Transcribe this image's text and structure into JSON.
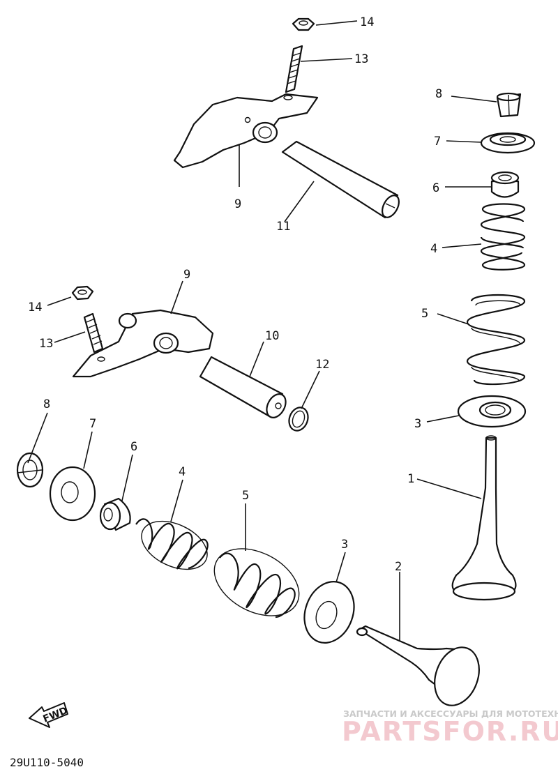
{
  "callouts": {
    "top_14": "14",
    "top_13": "13",
    "top_9": "9",
    "top_11": "11",
    "mid_9": "9",
    "mid_14": "14",
    "mid_13": "13",
    "mid_10": "10",
    "mid_12": "12",
    "right_8": "8",
    "right_7": "7",
    "right_6": "6",
    "right_4": "4",
    "right_5": "5",
    "right_3": "3",
    "right_1": "1",
    "low_8": "8",
    "low_7": "7",
    "low_6": "6",
    "low_4": "4",
    "low_5": "5",
    "low_3": "3",
    "low_2": "2"
  },
  "fwd_label": "FWD",
  "diagram_code": "29U110-5040",
  "watermark": {
    "line1": "ЗАПЧАСТИ И АКСЕССУАРЫ ДЛЯ МОТОТЕХНИКИ",
    "line2": "PARTSFOR.RU"
  }
}
